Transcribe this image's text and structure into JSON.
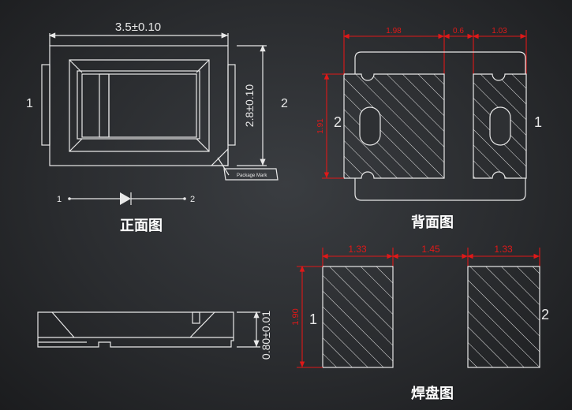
{
  "front_view": {
    "caption": "正面图",
    "width_dim": "3.5±0.10",
    "height_dim": "2.8±0.10",
    "pin_left": "1",
    "pin_right": "2",
    "mark_label": "Package Mark",
    "diode_pin_left": "1",
    "diode_pin_right": "2"
  },
  "back_view": {
    "caption": "背面图",
    "dim_left": "1.98",
    "dim_middle": "0.6",
    "dim_right": "1.03",
    "dim_height": "1.91",
    "pin_left": "2",
    "pin_right": "1"
  },
  "side_view": {
    "height_dim": "0.80±0.01"
  },
  "pad_view": {
    "caption": "焊盘图",
    "dim_left": "1.33",
    "dim_middle": "1.45",
    "dim_right": "1.33",
    "dim_height": "1.90",
    "pin_left": "1",
    "pin_right": "2"
  },
  "colors": {
    "outline": "#e8e8e8",
    "dimension": "#e01818",
    "background": "#2a2c2f"
  }
}
